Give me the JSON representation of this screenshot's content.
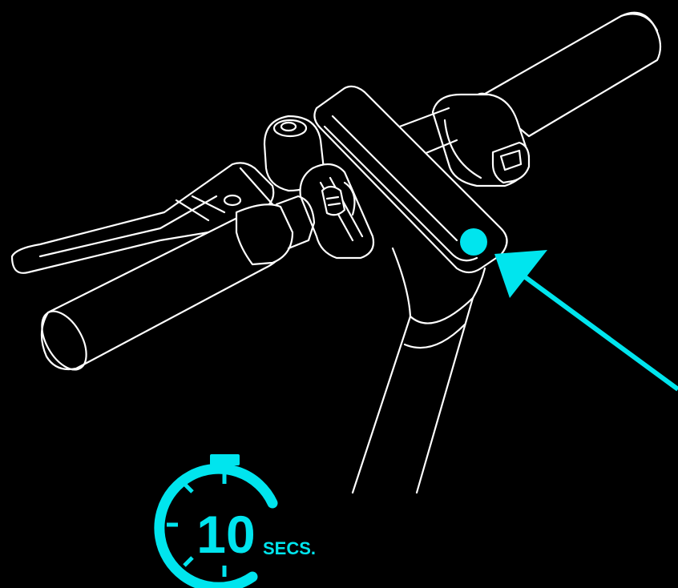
{
  "timer": {
    "number": "10",
    "unit": "SECS."
  },
  "colors": {
    "background": "#000000",
    "line": "#ffffff",
    "accent": "#00e5ee"
  },
  "icons": {
    "timer": "stopwatch-icon",
    "pointer": "arrow-icon",
    "button": "power-button"
  }
}
